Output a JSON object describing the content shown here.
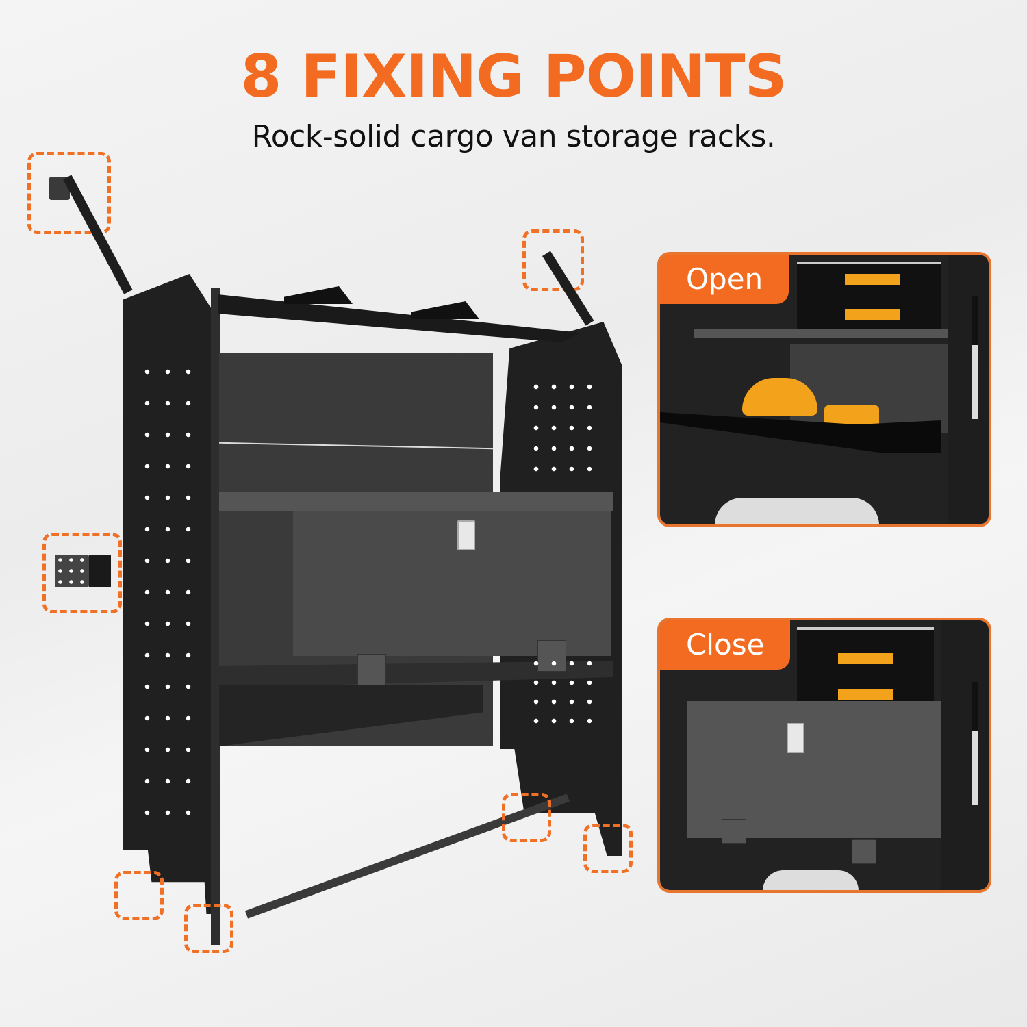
{
  "header": {
    "title": "8 FIXING POINTS",
    "subtitle": "Rock-solid cargo van storage racks."
  },
  "colors": {
    "accent": "#f26b21",
    "rack": "#1f1f1f",
    "door": "#4a4a4a",
    "background": "#efefef"
  },
  "fixing_points": {
    "count": 8,
    "highlights": [
      {
        "label": "top-left wall bracket",
        "type": "angled perforated strap"
      },
      {
        "label": "top-right wall bracket",
        "type": "angled perforated strap"
      },
      {
        "label": "side L-bracket",
        "type": "L-shaped mounting plate"
      },
      {
        "label": "front-left foot",
        "type": "floor foot"
      },
      {
        "label": "rear-left foot",
        "type": "floor foot"
      },
      {
        "label": "front-right foot",
        "type": "floor foot"
      },
      {
        "label": "rear-right foot",
        "type": "floor foot"
      },
      {
        "label": "floor cross bar",
        "type": "floor rail"
      }
    ]
  },
  "insets": [
    {
      "label": "Open",
      "description": "Drop-down door open with hard hat and tools on shelf"
    },
    {
      "label": "Close",
      "description": "Drop-down door closed with latch"
    }
  ]
}
